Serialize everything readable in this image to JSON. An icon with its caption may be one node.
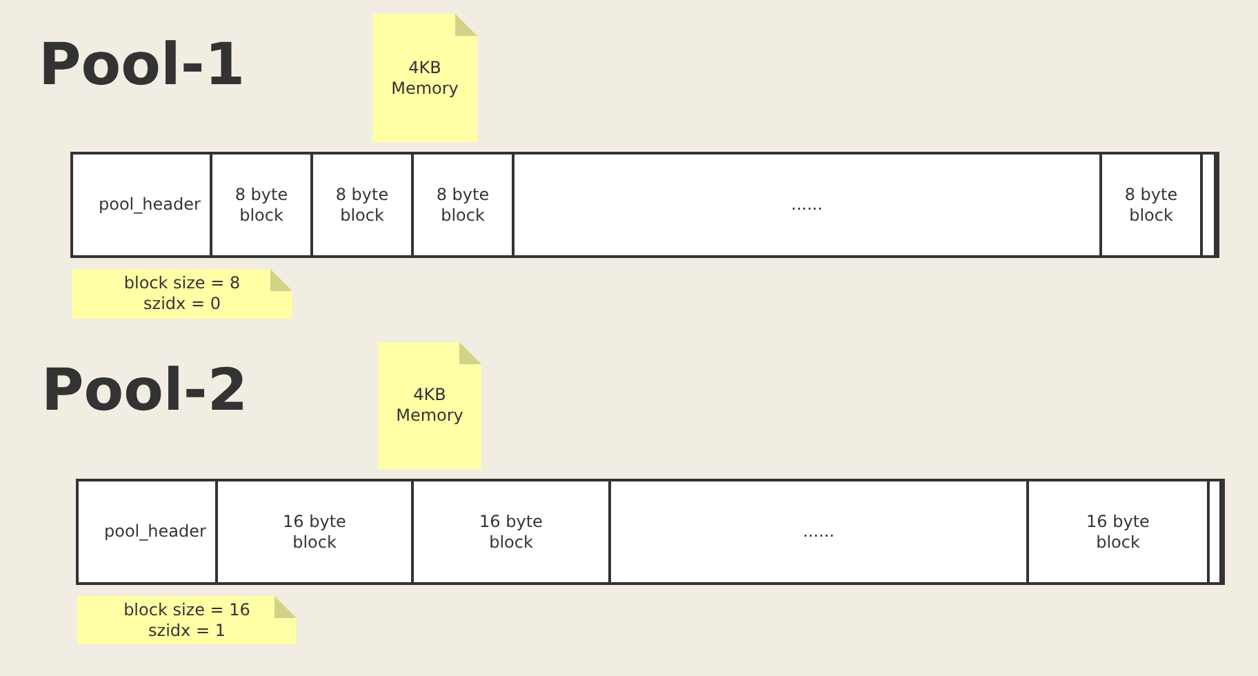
{
  "diagram": {
    "nodes": [
      {
        "text": [
          "4KB Memory"
        ]
      },
      {
        "text": [],
        "shape": "bar"
      },
      {
        "text": [
          "pool_header"
        ],
        "in": 1
      },
      {
        "text": [
          "8 byte block"
        ],
        "in": 1
      },
      {
        "text": [
          "8 byte block"
        ],
        "in": 1
      },
      {
        "text": [
          "8 byte block"
        ],
        "in": 1
      },
      {
        "text": [
          "......"
        ],
        "in": 1
      },
      {
        "text": [
          "8 byte block"
        ],
        "in": 1
      },
      {
        "text": [],
        "shape": "box",
        "in": 1
      },
      {
        "text": [
          "block size = 8 szidx = 0"
        ]
      },
      {
        "text": [
          "4KB Memory"
        ]
      },
      {
        "text": [],
        "shape": "bar"
      },
      {
        "text": [
          "pool_header"
        ],
        "in": 11
      },
      {
        "text": [
          "16 byte block"
        ],
        "in": 11
      },
      {
        "text": [
          "16 byte block"
        ],
        "in": 11
      },
      {
        "text": [
          "......"
        ],
        "in": 11
      },
      {
        "text": [
          "16 byte block"
        ],
        "in": 11
      },
      {
        "text": [],
        "shape": "box",
        "in": 11
      },
      {
        "text": [
          "block size = 16 szidx = 1"
        ]
      }
    ],
    "labels": [
      "Pool-1",
      "Pool-2"
    ]
  }
}
